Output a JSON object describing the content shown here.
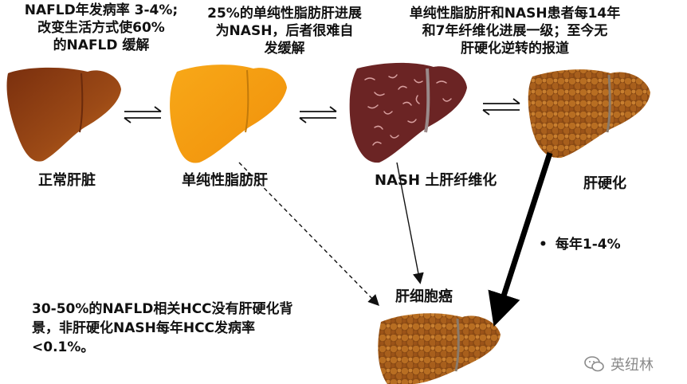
{
  "texts": {
    "prevalence": "NAFLD年发病率 3-4%;\n改变生活方式使60%\n的NAFLD 缓解",
    "progression": "25%的单纯性脂肪肝进展\n为NASH，后者很难自\n发缓解",
    "fibrosis": "单纯性脂肪肝和NASH患者每14年\n和7年纤维化进展一级；至今无\n肝硬化逆转的报道",
    "hcc_note": "30-50%的NAFLD相关HCC没有肝硬化背\n景，非肝硬化NASH每年HCC发病率\n<0.1%。"
  },
  "labels": {
    "normal": "正常肝脏",
    "steatosis": "单纯性脂肪肝",
    "nash": "NASH 土肝纤维化",
    "cirrhosis": "肝硬化",
    "hcc": "肝细胞癌",
    "rate": "每年1-4%",
    "bullet": "•"
  },
  "watermark": "英纽林",
  "icons": [
    "reversible-arrow-icon",
    "wechat-icon"
  ],
  "colors": {
    "normal_liver": "#8b3b12",
    "fatty_liver": "#f59a10",
    "nash_liver": "#6b2424",
    "cirrhosis_liver": "#9a5618",
    "accent": "#111111",
    "watermark": "#8a8a8a"
  }
}
